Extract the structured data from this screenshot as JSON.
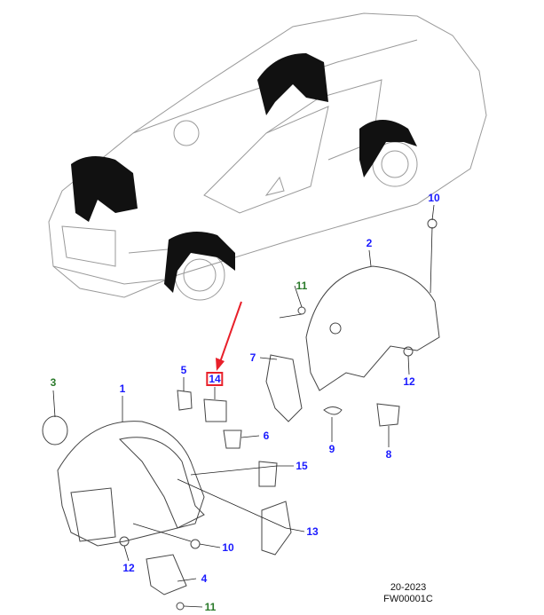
{
  "diagram": {
    "callouts": [
      {
        "id": "1",
        "label": "1",
        "color": "blue"
      },
      {
        "id": "2",
        "label": "2",
        "color": "blue"
      },
      {
        "id": "3",
        "label": "3",
        "color": "green"
      },
      {
        "id": "4",
        "label": "4",
        "color": "blue"
      },
      {
        "id": "5",
        "label": "5",
        "color": "blue"
      },
      {
        "id": "6",
        "label": "6",
        "color": "blue"
      },
      {
        "id": "7",
        "label": "7",
        "color": "blue"
      },
      {
        "id": "8",
        "label": "8",
        "color": "blue"
      },
      {
        "id": "9",
        "label": "9",
        "color": "blue"
      },
      {
        "id": "10a",
        "label": "10",
        "color": "blue"
      },
      {
        "id": "10b",
        "label": "10",
        "color": "blue"
      },
      {
        "id": "11a",
        "label": "11",
        "color": "green"
      },
      {
        "id": "11b",
        "label": "11",
        "color": "green"
      },
      {
        "id": "12a",
        "label": "12",
        "color": "blue"
      },
      {
        "id": "12b",
        "label": "12",
        "color": "blue"
      },
      {
        "id": "13",
        "label": "13",
        "color": "blue"
      },
      {
        "id": "14",
        "label": "14",
        "color": "blue",
        "highlighted": true
      },
      {
        "id": "15",
        "label": "15",
        "color": "blue"
      }
    ],
    "highlight_color": "#e8202a"
  },
  "footer": {
    "date": "20-2023",
    "code": "FW00001C"
  }
}
